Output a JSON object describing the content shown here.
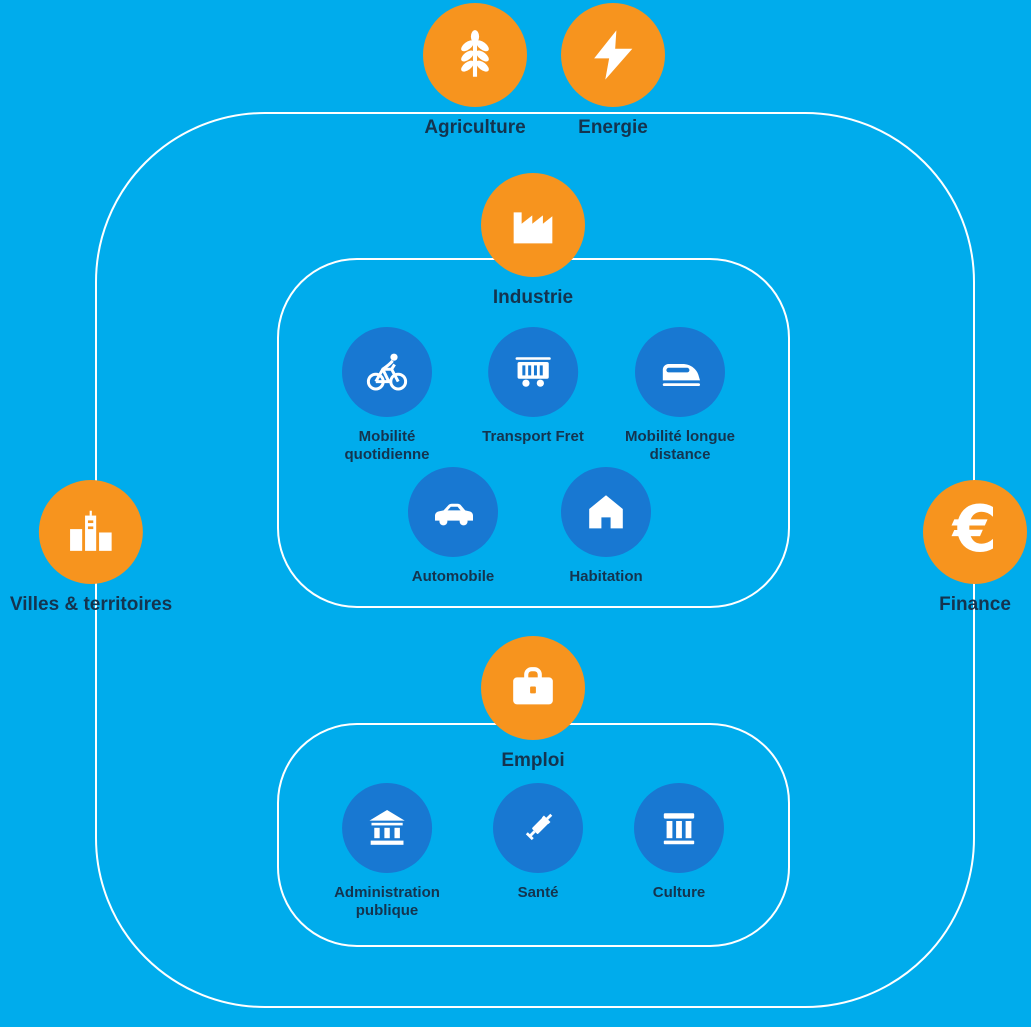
{
  "palette": {
    "background": "#00ACEC",
    "orange": "#F7941E",
    "blue": "#1878D2",
    "text": "#14344F",
    "line": "#FFFFFF"
  },
  "diagram": {
    "outer_nodes": {
      "agriculture": {
        "label": "Agriculture",
        "icon": "wheat-icon"
      },
      "energie": {
        "label": "Energie",
        "icon": "lightning-bolt-icon"
      },
      "villes": {
        "label": "Villes & territoires",
        "icon": "city-buildings-icon"
      },
      "finance": {
        "label": "Finance",
        "icon": "euro-icon",
        "glyph": "€"
      }
    },
    "industrie_cluster": {
      "parent": {
        "label": "Industrie",
        "icon": "factory-icon"
      },
      "children": {
        "mobilite_quotidienne": {
          "label": "Mobilité\nquotidienne",
          "icon": "bicycle-icon"
        },
        "transport_fret": {
          "label": "Transport Fret",
          "icon": "freight-wagon-icon"
        },
        "mobilite_longue_distance": {
          "label": "Mobilité longue\ndistance",
          "icon": "train-icon"
        },
        "automobile": {
          "label": "Automobile",
          "icon": "car-icon"
        },
        "habitation": {
          "label": "Habitation",
          "icon": "house-icon"
        }
      }
    },
    "emploi_cluster": {
      "parent": {
        "label": "Emploi",
        "icon": "briefcase-icon"
      },
      "children": {
        "administration_publique": {
          "label": "Administration\npublique",
          "icon": "bank-icon"
        },
        "sante": {
          "label": "Santé",
          "icon": "syringe-icon"
        },
        "culture": {
          "label": "Culture",
          "icon": "columns-icon"
        }
      }
    }
  }
}
